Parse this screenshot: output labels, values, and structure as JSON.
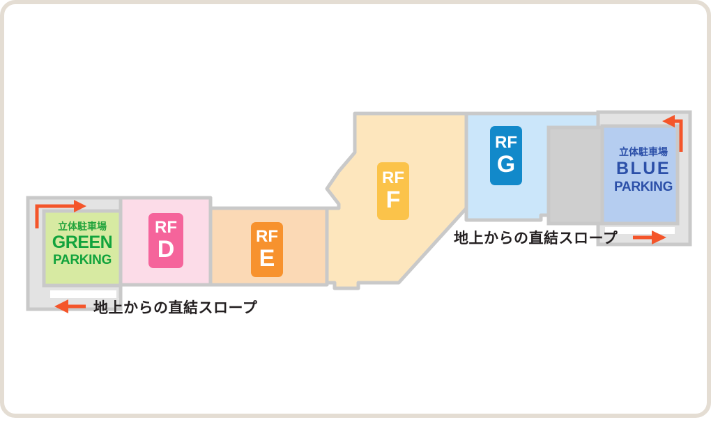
{
  "map": {
    "title_hidden": "",
    "background": "#ffffff",
    "frame_color": "#e4ddd3",
    "wall_color": "#c9c9c9",
    "corridor_color": "#e3e3e3"
  },
  "zones": [
    {
      "id": "rf-d",
      "badge_top": "RF",
      "badge_letter": "D",
      "badge_color": "#f5649b",
      "area_color": "#fcdce8"
    },
    {
      "id": "rf-e",
      "badge_top": "RF",
      "badge_letter": "E",
      "badge_color": "#f7922e",
      "area_color": "#fbd9b5"
    },
    {
      "id": "rf-f",
      "badge_top": "RF",
      "badge_letter": "F",
      "badge_color": "#fbc34a",
      "area_color": "#fde6bd"
    },
    {
      "id": "rf-g",
      "badge_top": "RF",
      "badge_letter": "G",
      "badge_color": "#1289ca",
      "area_color": "#cbe6fa"
    }
  ],
  "parking_blocks": [
    {
      "id": "green-parking",
      "sub_label": "立体駐車場",
      "name": "GREEN",
      "tail": "PARKING",
      "area_color": "#d7eaa2",
      "text_color": "#11a33c"
    },
    {
      "id": "blue-parking",
      "sub_label": "立体駐車場",
      "name": "BLUE",
      "tail": "PARKING",
      "area_color": "#b5cdf0",
      "text_color": "#2b4fa8"
    }
  ],
  "ramps": [
    {
      "id": "ramp-left",
      "caption": "地上からの直結スロープ",
      "arrow_direction": "left",
      "arrow_color": "#f4552a"
    },
    {
      "id": "ramp-right",
      "caption": "地上からの直結スロープ",
      "arrow_direction": "right",
      "arrow_color": "#f4552a"
    }
  ],
  "entry_arrows": [
    {
      "id": "entry-arrow-left",
      "color": "#f4552a",
      "shape": "up-then-right"
    },
    {
      "id": "entry-arrow-right",
      "color": "#f4552a",
      "shape": "up-then-left"
    }
  ],
  "misc": {
    "service_block_color": "#cfcfcf"
  }
}
